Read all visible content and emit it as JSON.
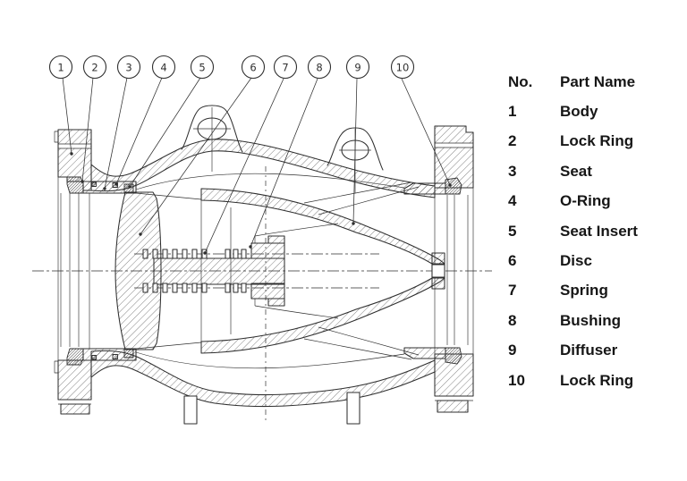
{
  "colors": {
    "line": "#2f2f2f",
    "background": "#ffffff",
    "text": "#161616"
  },
  "drawing": {
    "balloons": [
      "1",
      "2",
      "3",
      "4",
      "5",
      "6",
      "7",
      "8",
      "9",
      "10"
    ]
  },
  "parts_list": {
    "col_no": "No.",
    "col_name": "Part Name",
    "rows": [
      {
        "no": "1",
        "name": "Body"
      },
      {
        "no": "2",
        "name": "Lock Ring"
      },
      {
        "no": "3",
        "name": "Seat"
      },
      {
        "no": "4",
        "name": "O-Ring"
      },
      {
        "no": "5",
        "name": "Seat Insert"
      },
      {
        "no": "6",
        "name": "Disc"
      },
      {
        "no": "7",
        "name": "Spring"
      },
      {
        "no": "8",
        "name": "Bushing"
      },
      {
        "no": "9",
        "name": "Diffuser"
      },
      {
        "no": "10",
        "name": "Lock Ring"
      }
    ]
  }
}
